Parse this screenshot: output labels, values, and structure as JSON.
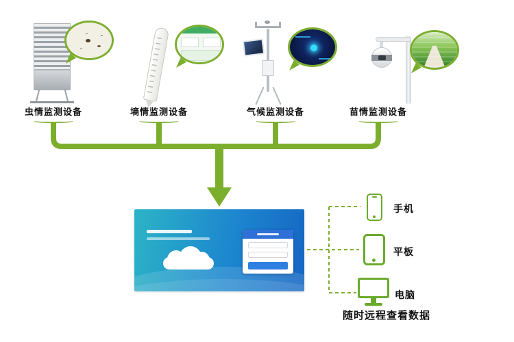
{
  "diagram": {
    "devices": [
      {
        "label": "虫情监测设备",
        "icon": "insect-monitor-tower-icon"
      },
      {
        "label": "墒情监测设备",
        "icon": "soil-moisture-probe-icon"
      },
      {
        "label": "气候监测设备",
        "icon": "weather-station-icon"
      },
      {
        "label": "苗情监测设备",
        "icon": "ptz-camera-icon"
      }
    ],
    "terminals": [
      {
        "label": "手机",
        "icon": "phone-icon"
      },
      {
        "label": "平板",
        "icon": "tablet-icon"
      },
      {
        "label": "电脑",
        "icon": "computer-icon"
      }
    ],
    "caption": "随时远程查看数据"
  },
  "colors": {
    "accent_green": "#7cae2e",
    "terminal_green": "#6aaa2d",
    "platform_blue_left": "#2cb4c6",
    "platform_blue_right": "#1566c3",
    "label_text": "#111111"
  }
}
